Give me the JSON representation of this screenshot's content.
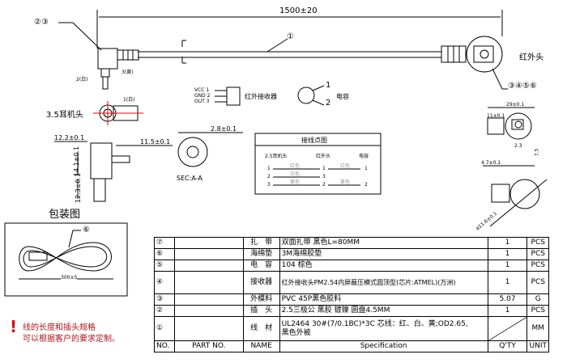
{
  "drawing": {
    "overall_length": "1500±20",
    "callout_cable": "①",
    "callout_plug": "②③",
    "callout_ir_head": "③④⑤⑥",
    "ir_head_label": "红外头",
    "jack_label": "3.5耳机头",
    "plug_pins": {
      "pin1": "1(白)",
      "pin2": "2(白)",
      "pin3": "3(黄)"
    },
    "dim_plug_width": "12.2±0.1",
    "dim_plug_tip": "11.5±0.1",
    "dim_plug_height": "14.1±0.1",
    "dim_plug_tail": "12.3±0.1",
    "dim_section": "2.8±0.1",
    "section_label": "SEC:A-A",
    "receiver": {
      "pins": [
        "VCC 1",
        "GND 2",
        "OUT 3"
      ],
      "label": "红外接收器"
    },
    "capacitor": {
      "pin1": "1",
      "pin2": "2",
      "label": "电容"
    },
    "wiring": {
      "title": "接线点图",
      "headers": [
        "2.5耳机头",
        "红外头",
        "电容"
      ],
      "rows": [
        {
          "a": "1",
          "color1": "红色",
          "b": "1",
          "color2": "红色",
          "c": "1"
        },
        {
          "a": "2",
          "color1": "白色",
          "b": "3",
          "color2": "",
          "c": ""
        },
        {
          "a": "3",
          "color1": "黄色",
          "b": "2",
          "color2": "黄色",
          "c": "2"
        }
      ]
    },
    "ir_dims": {
      "total": "29±0.1",
      "left": "11±0.1",
      "window": "2.3",
      "height": "7.5",
      "offset": "4.7±0.1",
      "diameter": "ø11.6±0.1"
    },
    "package_label": "包装图",
    "package_callout": "⑥",
    "package_dim": "300±5",
    "note_lines": [
      "线的长度和插头规格",
      "可以根据客户的要求定制。"
    ]
  },
  "bom": {
    "headers": {
      "no": "NO.",
      "part": "PART NO.",
      "name": "NAME",
      "spec": "Specification",
      "qty": "Q'TY",
      "unit": "UNIT"
    },
    "rows": [
      {
        "no": "⑦",
        "part": "",
        "name": "扎　带",
        "spec": "双面扎带 黑色L=80MM",
        "qty": "1",
        "unit": "PCS"
      },
      {
        "no": "⑥",
        "part": "",
        "name": "海绵垫",
        "spec": "3M海绵胶垫",
        "qty": "1",
        "unit": "PCS"
      },
      {
        "no": "⑤",
        "part": "",
        "name": "电　容",
        "spec": "104 棕色",
        "qty": "1",
        "unit": "PCS"
      },
      {
        "no": "④",
        "part": "",
        "name": "接收器",
        "spec": "红外接收头PM2.54内屏蔽压模式圆顶型(芯片:ATMEL)(万洲)",
        "qty": "1",
        "unit": "PCS"
      },
      {
        "no": "③",
        "part": "",
        "name": "外模料",
        "spec": "PVC 45P黑色胶料",
        "qty": "5.07",
        "unit": "G"
      },
      {
        "no": "②",
        "part": "",
        "name": "插　头",
        "spec": "2.5三极公 黑胶 镀镍 圆盘4.5MM",
        "qty": "1",
        "unit": "PCS"
      },
      {
        "no": "①",
        "part": "",
        "name": "线　材",
        "spec": "UL2464 30#(7/0.1BC)*3C 芯线：红、白、黄;OD2.65,",
        "spec2": "黑色外被",
        "qty": "",
        "unit": "MM"
      }
    ]
  }
}
